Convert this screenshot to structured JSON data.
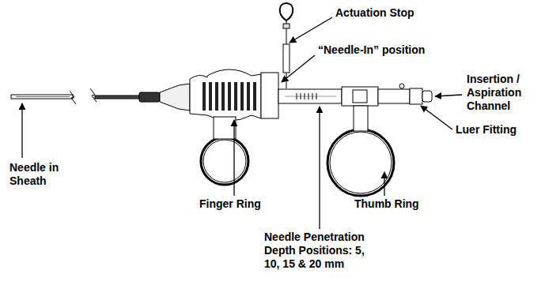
{
  "diagram": {
    "labels": [
      "Actuation Stop",
      "“Needle-In” position",
      "Insertion / Aspiration Channel",
      "Luer Fitting",
      "Needle in Sheath",
      "Finger Ring",
      "Thumb Ring",
      "Needle Penetration Depth Positions: 5, 10, 15 & 20 mm"
    ]
  }
}
